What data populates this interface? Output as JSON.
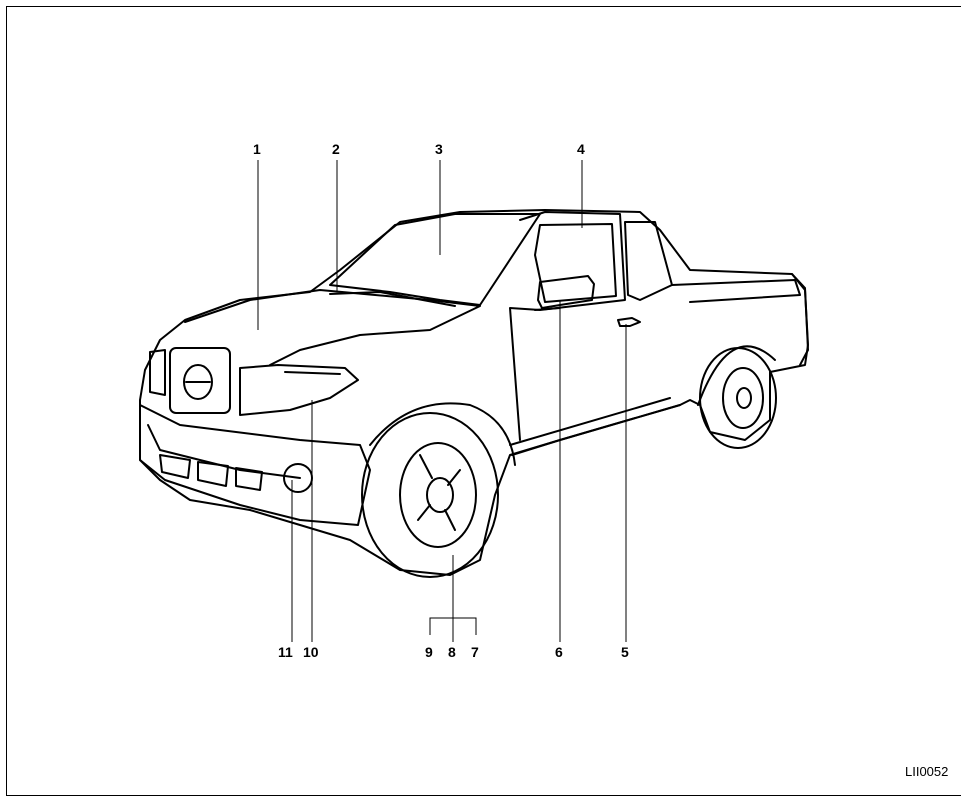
{
  "figure_code": "LII0052",
  "callouts": [
    {
      "id": "1",
      "text": "1"
    },
    {
      "id": "2",
      "text": "2"
    },
    {
      "id": "3",
      "text": "3"
    },
    {
      "id": "4",
      "text": "4"
    },
    {
      "id": "5",
      "text": "5"
    },
    {
      "id": "6",
      "text": "6"
    },
    {
      "id": "7",
      "text": "7"
    },
    {
      "id": "8",
      "text": "8"
    },
    {
      "id": "9",
      "text": "9"
    },
    {
      "id": "10",
      "text": "10"
    },
    {
      "id": "11",
      "text": "11"
    }
  ]
}
